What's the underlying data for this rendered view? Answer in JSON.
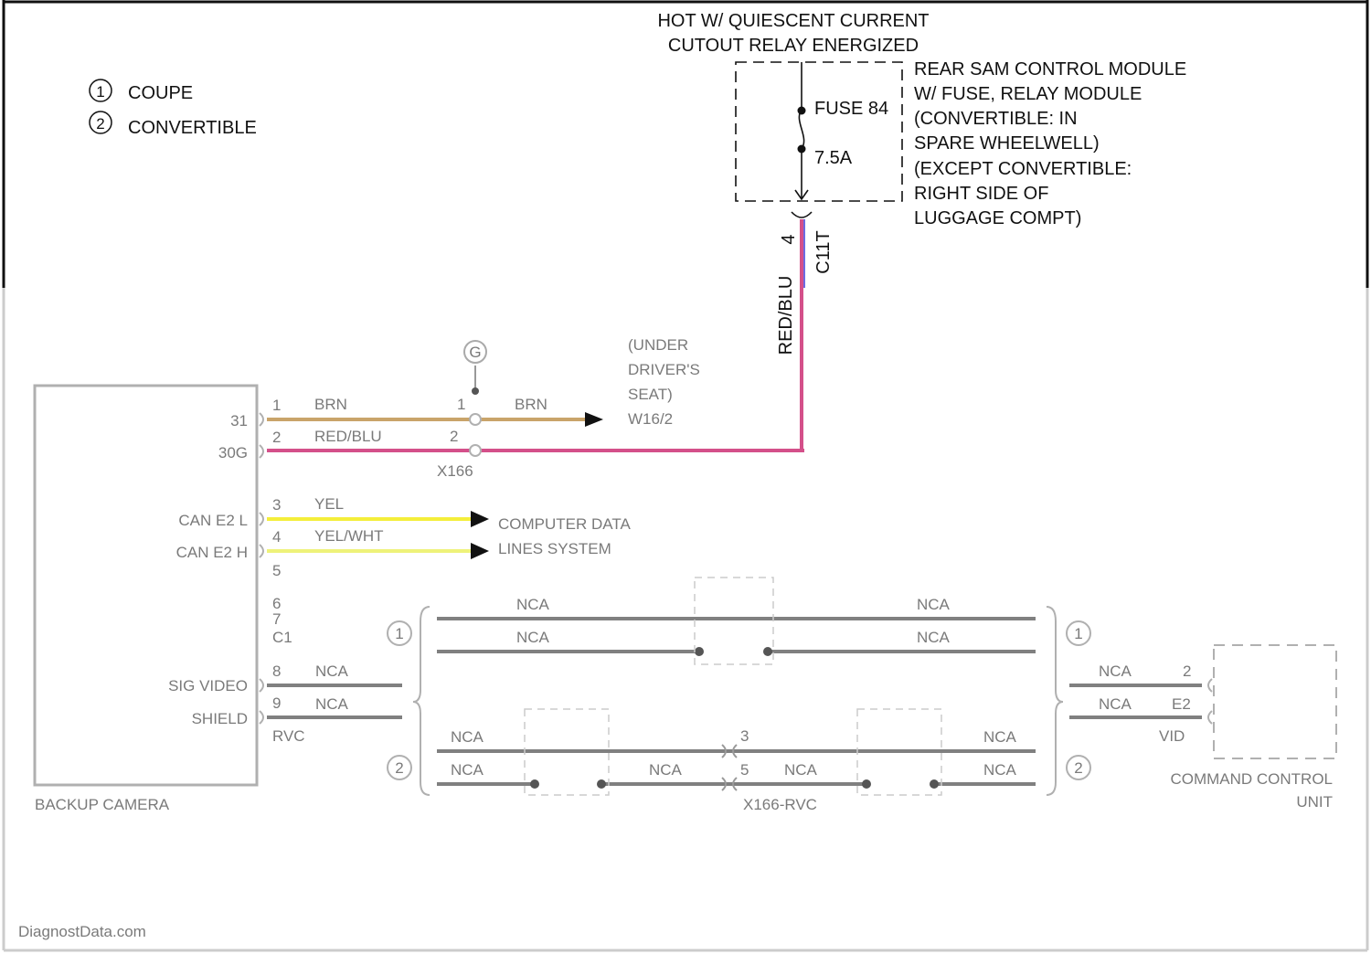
{
  "legend": [
    {
      "num": "1",
      "label": "COUPE"
    },
    {
      "num": "2",
      "label": "CONVERTIBLE"
    }
  ],
  "power": {
    "header_line1": "HOT W/ QUIESCENT CURRENT",
    "header_line2": "CUTOUT RELAY ENERGIZED",
    "fuse_name": "FUSE 84",
    "fuse_rating": "7.5A",
    "module_lines": [
      "REAR SAM CONTROL MODULE",
      "W/ FUSE, RELAY MODULE",
      "(CONVERTIBLE: IN",
      "SPARE WHEELWELL)",
      "(EXCEPT CONVERTIBLE:",
      "RIGHT SIDE OF",
      "LUGGAGE COMPT)"
    ],
    "pin": "4",
    "connector": "C11T",
    "wire_color_vertical": "RED/BLU",
    "wire_color_hex": "#d4508a"
  },
  "backup_camera": {
    "name": "BACKUP CAMERA",
    "pins": [
      {
        "label": "31",
        "num": "1"
      },
      {
        "label": "30G",
        "num": "2"
      },
      {
        "label": "CAN E2 L",
        "num": "3"
      },
      {
        "label": "CAN E2 H",
        "num": "4"
      },
      {
        "label": "",
        "num": "5"
      },
      {
        "label": "",
        "num": "6"
      },
      {
        "label": "",
        "num": "7"
      },
      {
        "label": "C1",
        "num": ""
      },
      {
        "label": "SIG VIDEO",
        "num": "8"
      },
      {
        "label": "SHIELD",
        "num": "9"
      }
    ],
    "connector_note": "RVC"
  },
  "ground": {
    "wire1": "BRN",
    "wire2": "BRN",
    "pin_a": "1",
    "pin_b": "1",
    "location_lines": [
      "(UNDER",
      "DRIVER'S",
      "SEAT)"
    ],
    "ground_id": "W16/2",
    "symbol": "G",
    "wire_hex": "#c9a46a"
  },
  "power_wire": {
    "label": "RED/BLU",
    "pin_b": "2"
  },
  "connector_x": "X166",
  "can": {
    "wire_l": "YEL",
    "wire_h": "YEL/WHT",
    "target_line1": "COMPUTER DATA",
    "target_line2": "LINES SYSTEM",
    "color_l": "#f4ee3a",
    "color_h": "#eef27a"
  },
  "video": {
    "nca": "NCA",
    "pin_a": "3",
    "pin_b": "5",
    "ccu_pins": [
      "2",
      "E2"
    ],
    "ccu_connector": "VID",
    "splice_connector": "X166-RVC",
    "circle_1": "1",
    "circle_2": "2"
  },
  "ccu": {
    "line1": "COMMAND CONTROL",
    "line2": "UNIT"
  },
  "watermark": "DiagnostData.com"
}
